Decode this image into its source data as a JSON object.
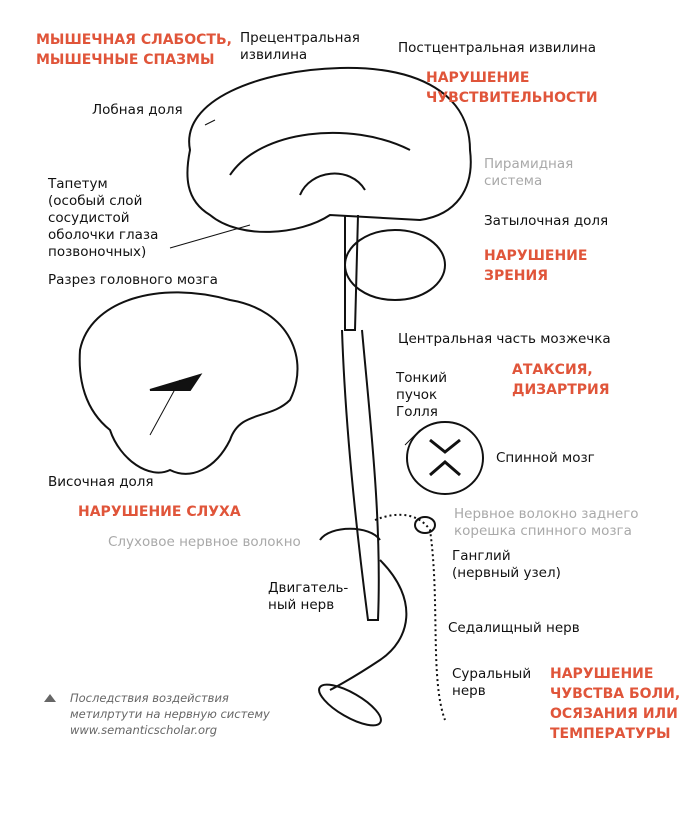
{
  "effects": {
    "muscle": "МЫШЕЧНАЯ СЛАБОСТЬ,\nМЫШЕЧНЫЕ СПАЗМЫ",
    "sensitivity": "НАРУШЕНИЕ\nЧУВСТВИТЕЛЬНОСТИ",
    "vision": "НАРУШЕНИЕ\nЗРЕНИЯ",
    "ataxia": "АТАКСИЯ,\nДИЗАРТРИЯ",
    "hearing": "НАРУШЕНИЕ СЛУХА",
    "pain": "НАРУШЕНИЕ\nЧУВСТВА БОЛИ,\nОСЯЗАНИЯ ИЛИ\nТЕМПЕРАТУРЫ"
  },
  "labels": {
    "precentral": "Прецентральная\nизвилина",
    "postcentral": "Постцентральная извилина",
    "frontal": "Лобная доля",
    "pyramidal": "Пирамидная\nсистема",
    "tapetum": "Тапетум\n(особый слой\nсосудистой\nоболочки глаза\nпозвоночных)",
    "occipital": "Затылочная доля",
    "brain_section": "Разрез головного мозга",
    "cerebellum_center": "Центральная часть мозжечка",
    "goll": "Тонкий\nпучок\nГолля",
    "spinal_cord": "Спинной мозг",
    "temporal": "Височная доля",
    "dorsal_root": "Нервное волокно заднего\nкорешка спинного мозга",
    "auditory": "Слуховое нервное волокно",
    "ganglion": "Ганглий\n(нервный узел)",
    "motor_nerve": "Двигатель-\nный нерв",
    "sciatic": "Седалищный нерв",
    "sural": "Суральный\nнерв"
  },
  "caption": "Последствия воздействия\nметилртути на нервную систему\nwww.semanticscholar.org"
}
